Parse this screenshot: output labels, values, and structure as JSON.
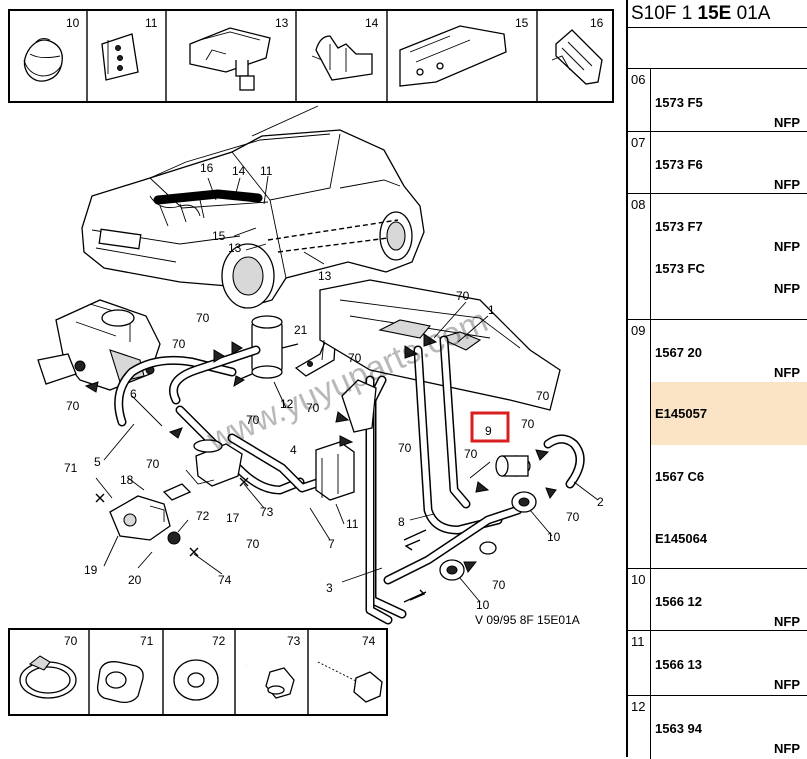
{
  "header": {
    "title_prefix": "S10F 1 ",
    "title_bold": "15E",
    "title_suffix": " 01A"
  },
  "parts_list": [
    {
      "group": "06",
      "entries": [
        {
          "code": "1573 F5",
          "status": "NFP"
        }
      ]
    },
    {
      "group": "07",
      "entries": [
        {
          "code": "1573 F6",
          "status": "NFP"
        }
      ]
    },
    {
      "group": "08",
      "entries": [
        {
          "code": "1573 F7",
          "status": "NFP"
        },
        {
          "code": "1573 FC",
          "status": "NFP"
        }
      ]
    },
    {
      "group": "09",
      "entries": [
        {
          "code": "1567 20",
          "status": "NFP"
        },
        {
          "code": "E145057",
          "status": "",
          "highlighted": true
        },
        {
          "code": "1567 C6",
          "status": ""
        },
        {
          "code": "E145064",
          "status": ""
        }
      ]
    },
    {
      "group": "10",
      "entries": [
        {
          "code": "1566 12",
          "status": "NFP"
        }
      ]
    },
    {
      "group": "11",
      "entries": [
        {
          "code": "1566 13",
          "status": "NFP"
        }
      ]
    },
    {
      "group": "12",
      "entries": [
        {
          "code": "1563 94",
          "status": "NFP"
        }
      ]
    }
  ],
  "diagram": {
    "top_boxes": [
      "10",
      "11",
      "13",
      "14",
      "15",
      "16"
    ],
    "bottom_boxes": [
      "70",
      "71",
      "72",
      "73",
      "74"
    ],
    "callouts": {
      "c1": "1",
      "c2": "2",
      "c3": "3",
      "c4": "4",
      "c5": "5",
      "c6": "6",
      "c7": "7",
      "c8": "8",
      "c9": "9",
      "c10a": "10",
      "c10b": "10",
      "c11a": "11",
      "c11b": "11",
      "c12": "12",
      "c13a": "13",
      "c13b": "13",
      "c14": "14",
      "c15": "15",
      "c16": "16",
      "c17": "17",
      "c18": "18",
      "c19": "19",
      "c20": "20",
      "c21": "21",
      "c71": "71",
      "c72": "72",
      "c73": "73",
      "c74": "74",
      "c70a": "70",
      "c70b": "70",
      "c70c": "70",
      "c70d": "70",
      "c70e": "70",
      "c70f": "70",
      "c70g": "70",
      "c70h": "70",
      "c70i": "70",
      "c70j": "70",
      "c70k": "70",
      "c70l": "70",
      "c70m": "70",
      "c70n": "70",
      "c70o": "70"
    },
    "highlight_label": "9",
    "reference": "V 09/95 8F 15E01A",
    "watermark": "www.yuyuparts.com",
    "colors": {
      "highlight_box": "#d81e1e",
      "highlight_row": "#fbe3c6"
    }
  }
}
